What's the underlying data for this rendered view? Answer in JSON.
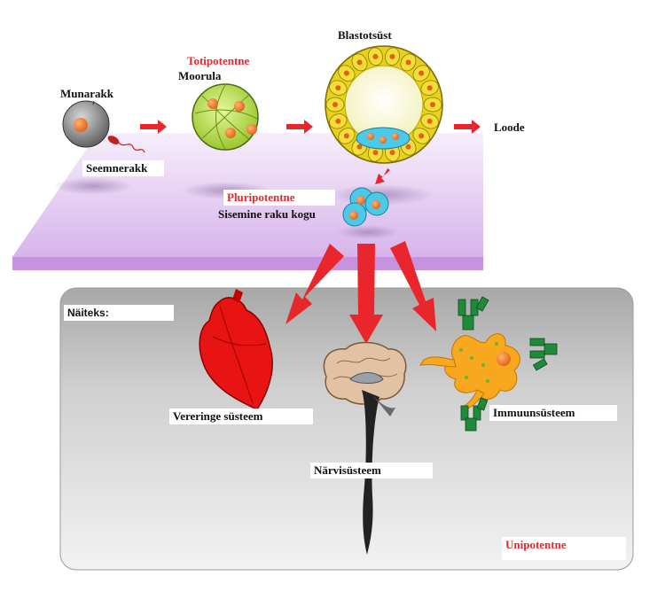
{
  "labels": {
    "munarakk": "Munarakk",
    "seemnerakk": "Seemnerakk",
    "totipotentne": "Totipotentne",
    "moorula": "Moorula",
    "blastotsyst": "Blastotsüst",
    "loode": "Loode",
    "pluripotentne": "Pluripotentne",
    "sisemine_raku_kogu": "Sisemine raku kogu",
    "naiteks": "Näiteks:",
    "vereringe": "Vereringe süsteem",
    "narvisusteem": "Närvisüsteem",
    "immuunsusteem": "Immuunsüsteem",
    "unipotentne": "Unipotentne"
  },
  "colors": {
    "potency_label": "#e8262b",
    "arrow": "#e8262b",
    "platform": "#d9b8ec",
    "panel": "#d2d2d2"
  }
}
